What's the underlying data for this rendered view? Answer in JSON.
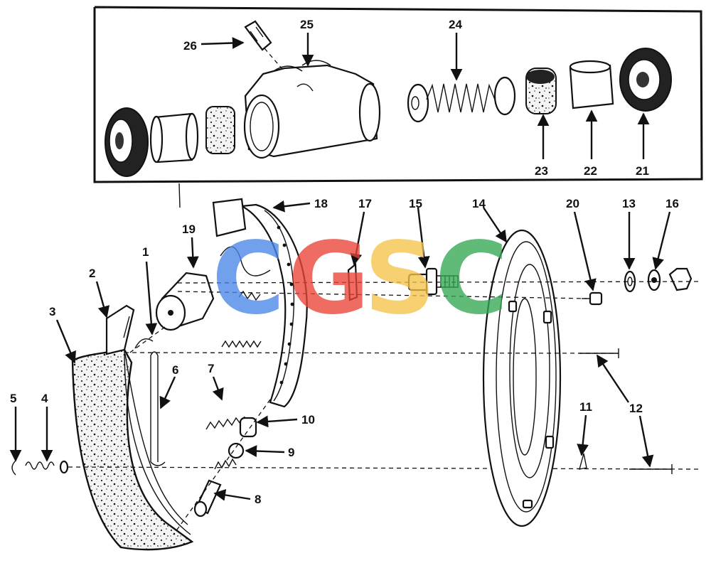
{
  "callouts": [
    "1",
    "2",
    "3",
    "4",
    "5",
    "6",
    "7",
    "8",
    "9",
    "10",
    "11",
    "12",
    "13",
    "14",
    "15",
    "16",
    "17",
    "18",
    "19",
    "20",
    "21",
    "22",
    "23",
    "24",
    "25",
    "26"
  ],
  "watermark": {
    "letters": [
      "C",
      "G",
      "S",
      "C"
    ],
    "colors": [
      "#4a86e8",
      "#ea4335",
      "#f6c54a",
      "#34a853"
    ]
  }
}
